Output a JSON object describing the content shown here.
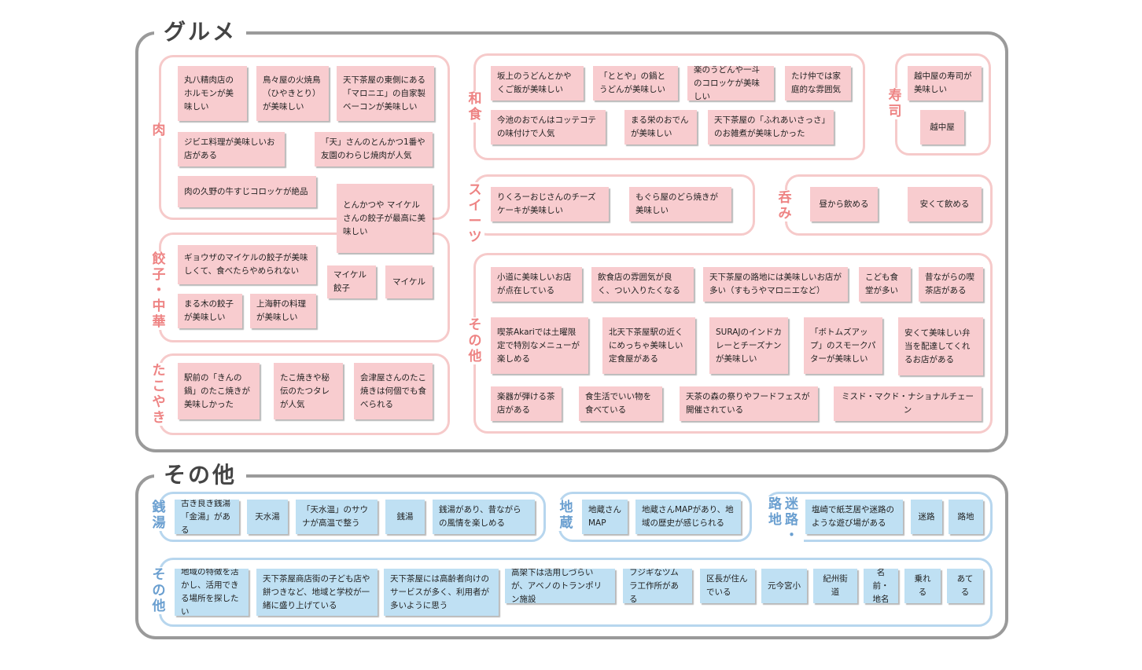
{
  "sections": {
    "gourmet": "グルメ",
    "other": "その他"
  },
  "groups": {
    "niku": "肉",
    "gyoza": "餃子・中華",
    "takoyaki": "たこやき",
    "washoku": "和食",
    "sushi": "寿司",
    "sweets": "スイーツ",
    "nomi": "呑み",
    "gourmet_other": "その他",
    "sento": "銭湯",
    "jizo": "地蔵",
    "meiro": "迷路・路地",
    "other_other": "その他"
  },
  "notes": {
    "n1": "丸八精肉店のホルモンが美味しい",
    "n2": "鳥々屋の火焼鳥（ひやきとり）が美味しい",
    "n3": "天下茶屋の東側にある「マロニエ」の自家製ベーコンが美味しい",
    "n4": "ジビエ料理が美味しいお店がある",
    "n5": "「天」さんのとんかつ1番や友園のわらじ焼肉が人気",
    "n6": "肉の久野の牛すじコロッケが絶品",
    "n7": "とんかつや マイケルさんの餃子が最高に美味しい",
    "n8": "ギョウザのマイケルの餃子が美味しくて、食べたらやめられない",
    "n9": "マイケル餃子",
    "n10": "マイケル",
    "n11": "まる木の餃子が美味しい",
    "n12": "上海軒の料理が美味しい",
    "n13": "駅前の「きんの鍋」のたこ焼きが美味しかった",
    "n14": "たこ焼きや秘伝のたつタレが人気",
    "n15": "会津屋さんのたこ焼きは何個でも食べられる",
    "n16": "坂上のうどんとかやくご飯が美味しい",
    "n17": "「ととや」の鍋とうどんが美味しい",
    "n18": "楽のうどんや一斗のコロッケが美味しい",
    "n19": "たけ仲では家庭的な雰囲気",
    "n20": "今池のおでんはコッテコテの味付けで人気",
    "n21": "まる栄のおでんが美味しい",
    "n22": "天下茶屋の「ふれあいさっさ」のお雑煮が美味しかった",
    "n23": "越中屋の寿司が美味しい",
    "n24": "越中屋",
    "n25": "りくろーおじさんのチーズケーキが美味しい",
    "n26": "もぐら屋のどら焼きが美味しい",
    "n27": "昼から飲める",
    "n28": "安くて飲める",
    "n29": "小道に美味しいお店が点在している",
    "n30": "飲食店の雰囲気が良く、つい入りたくなる",
    "n31": "天下茶屋の路地には美味しいお店が多い（すもうやマロニエなど）",
    "n32": "こども食堂が多い",
    "n33": "昔ながらの喫茶店がある",
    "n34": "喫茶Akariでは土曜限定で特別なメニューが楽しめる",
    "n35": "北天下茶屋駅の近くにめっちゃ美味しい定食屋がある",
    "n36": "SURAJのインドカレーとチーズナンが美味しい",
    "n37": "「ボトムズアップ」のスモークパターが美味しい",
    "n38": "安くて美味しい弁当を配達してくれるお店がある",
    "n39": "楽器が弾ける茶店がある",
    "n40": "食生活でいい物を食べている",
    "n41": "天茶の森の祭りやフードフェスが開催されている",
    "n42": "ミスド・マクド・ナショナルチェーン",
    "n43": "古き良き銭湯「金湯」がある",
    "n44": "天水湯",
    "n45": "「天水温」のサウナが高温で整う",
    "n46": "銭湯",
    "n47": "銭湯があり、昔ながらの風情を楽しめる",
    "n48": "地蔵さんMAP",
    "n49": "地蔵さんMAPがあり、地域の歴史が感じられる",
    "n50": "塩崎で紙芝居や迷路のような遊び場がある",
    "n51": "迷路",
    "n52": "路地",
    "n53": "地域の特徴を活かし、活用できる場所を探したい",
    "n54": "天下茶屋商店街の子ども店や餅つきなど、地域と学校が一緒に盛り上げている",
    "n55": "天下茶屋には高齢者向けのサービスが多く、利用者が多いように思う",
    "n56": "高架下は活用しづらいが、アベノのトランポリン施設",
    "n57": "フジギなツムラ工作所がある",
    "n58": "区長が住んでいる",
    "n59": "元今宮小",
    "n60": "紀州街道",
    "n61": "名前・地名",
    "n62": "乗れる",
    "n63": "あてる"
  },
  "colors": {
    "pink_note": "#f8cccf",
    "pink_border": "#f6caca",
    "pink_label": "#ee8484",
    "blue_note": "#bfe0f3",
    "blue_border": "#b7d6ee",
    "blue_label": "#6a9fd0",
    "frame": "#9a9a9a"
  }
}
